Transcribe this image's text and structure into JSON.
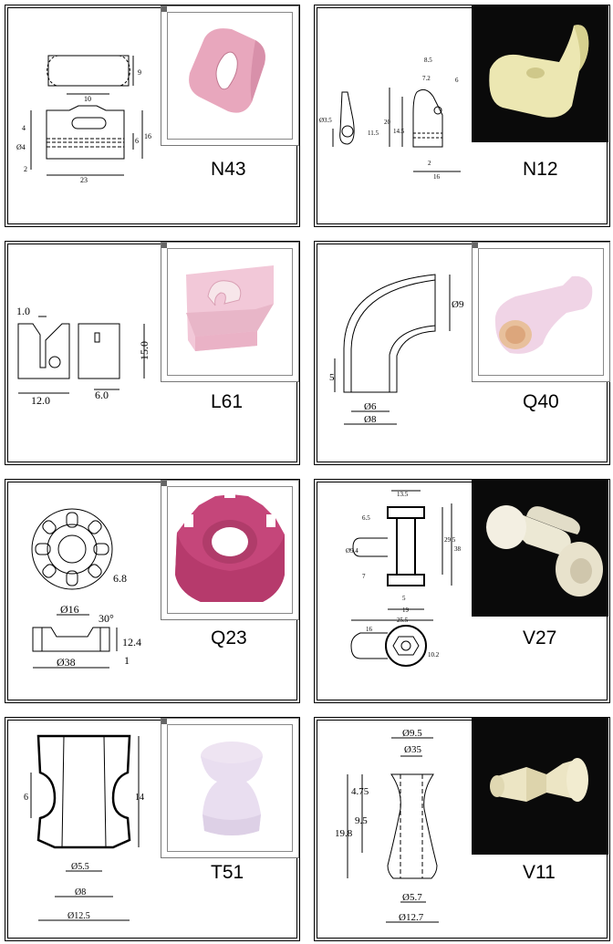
{
  "products": [
    {
      "code": "N43",
      "dims": [
        "9",
        "10",
        "4",
        "6",
        "16",
        "Ø4",
        "2",
        "23"
      ]
    },
    {
      "code": "N12",
      "dims": [
        "Ø3.5",
        "11.5",
        "8.5",
        "7.2",
        "6",
        "20",
        "14.5",
        "2",
        "16"
      ]
    },
    {
      "code": "L61",
      "dims": [
        "1.0",
        "12.0",
        "6.0",
        "15.0"
      ]
    },
    {
      "code": "Q40",
      "dims": [
        "Ø9",
        "5",
        "Ø6",
        "Ø8"
      ]
    },
    {
      "code": "Q23",
      "dims": [
        "6.8",
        "Ø16",
        "30°",
        "12.4",
        "Ø38",
        "1"
      ]
    },
    {
      "code": "V27",
      "dims": [
        "13.5",
        "6.5",
        "Ø9.4",
        "29.5",
        "38",
        "7",
        "5",
        "19",
        "25.5",
        "16",
        "10.2"
      ]
    },
    {
      "code": "T51",
      "dims": [
        "6",
        "14",
        "Ø5.5",
        "Ø8",
        "Ø12.5"
      ]
    },
    {
      "code": "V11",
      "dims": [
        "Ø9.5",
        "Ø35",
        "4.75",
        "9.5",
        "19.8",
        "Ø5.7",
        "Ø12.7"
      ]
    }
  ]
}
